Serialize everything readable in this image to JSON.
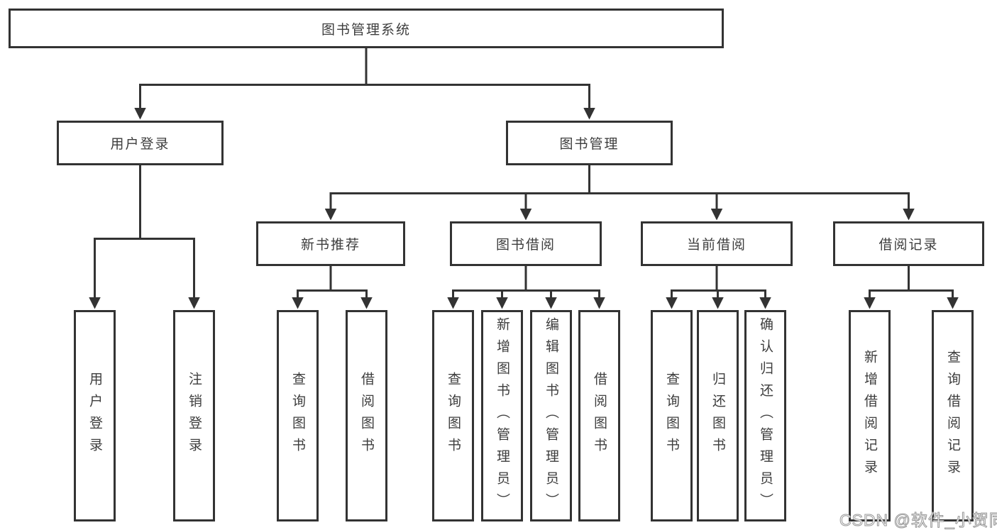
{
  "diagram": {
    "root": {
      "label": "图书管理系统"
    },
    "branches": [
      {
        "label": "用户登录",
        "children": [
          {
            "label": "用户登录"
          },
          {
            "label": "注销登录"
          }
        ]
      },
      {
        "label": "图书管理",
        "children": [
          {
            "label": "新书推荐",
            "children": [
              {
                "label": "查询图书"
              },
              {
                "label": "借阅图书"
              }
            ]
          },
          {
            "label": "图书借阅",
            "children": [
              {
                "label": "查询图书"
              },
              {
                "label": "新增图书（管理员）"
              },
              {
                "label": "编辑图书（管理员）"
              },
              {
                "label": "借阅图书"
              }
            ]
          },
          {
            "label": "当前借阅",
            "children": [
              {
                "label": "查询图书"
              },
              {
                "label": "归还图书"
              },
              {
                "label": "确认归还（管理员）"
              }
            ]
          },
          {
            "label": "借阅记录",
            "children": [
              {
                "label": "新增借阅记录"
              },
              {
                "label": "查询借阅记录"
              }
            ]
          }
        ]
      }
    ]
  },
  "watermark": {
    "text": "CSDN @软件_小贺同学"
  },
  "colors": {
    "line": "#333333",
    "box_border": "#333333",
    "text": "#3d3d3d",
    "background": "#ffffff",
    "watermark_fill": "#ffffff",
    "watermark_outline": "#999999"
  }
}
